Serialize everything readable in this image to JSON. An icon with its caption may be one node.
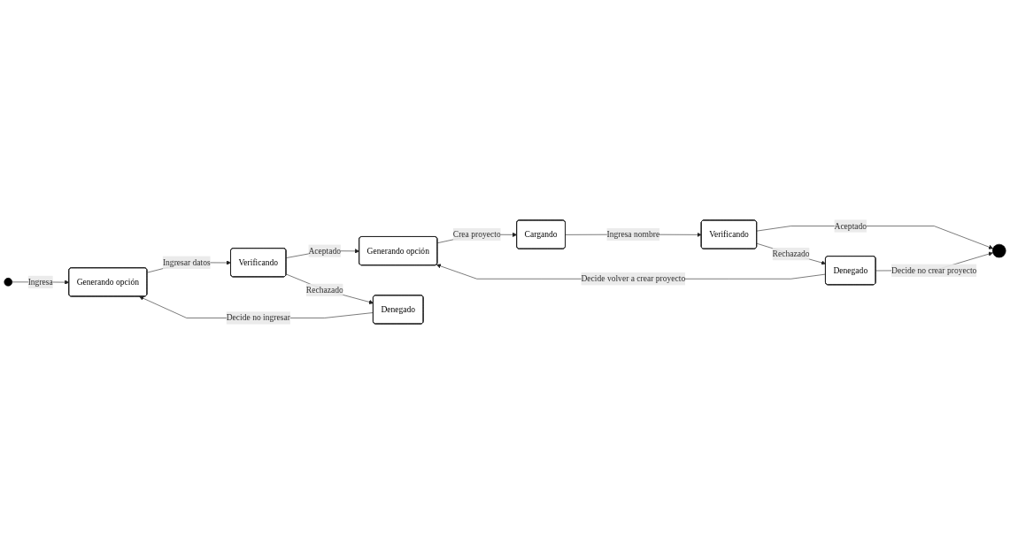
{
  "diagram": {
    "nodes": [
      {
        "text": [],
        "shape": "circle"
      },
      {
        "text": [
          "Generando opción"
        ]
      },
      {
        "text": [
          "Verificando"
        ]
      },
      {
        "text": [
          "Generando opción"
        ]
      },
      {
        "text": [
          "Cargando"
        ]
      },
      {
        "text": [
          "Denegado"
        ]
      },
      {
        "text": [
          "Verificando"
        ]
      },
      {
        "text": [
          "Denegado"
        ]
      },
      {
        "text": [],
        "shape": "circle"
      }
    ],
    "edges": [
      {
        "from": 0,
        "to": 1,
        "arrow": "to",
        "label": "Ingresa"
      },
      {
        "from": 1,
        "to": 2,
        "arrow": "to",
        "label": "Ingresar datos"
      },
      {
        "from": 2,
        "to": 3,
        "arrow": "to",
        "label": "Aceptado"
      },
      {
        "from": 2,
        "to": 5,
        "arrow": "to",
        "label": "Rechazado"
      },
      {
        "from": 5,
        "to": 1,
        "arrow": "to",
        "label": "Decide no ingresar"
      },
      {
        "from": 3,
        "to": 4,
        "arrow": "to",
        "label": "Crea proyecto"
      },
      {
        "from": 4,
        "to": 6,
        "arrow": "to",
        "label": "Ingresa nombre"
      },
      {
        "from": 6,
        "to": 7,
        "arrow": "to",
        "label": "Rechazado"
      },
      {
        "from": 6,
        "to": 8,
        "arrow": "to",
        "label": "Aceptado"
      },
      {
        "from": 7,
        "to": 3,
        "arrow": "to",
        "label": "Decide volver a crear proyecto"
      },
      {
        "from": 7,
        "to": 8,
        "arrow": "to",
        "label": "Decide no crear proyecto"
      }
    ]
  }
}
